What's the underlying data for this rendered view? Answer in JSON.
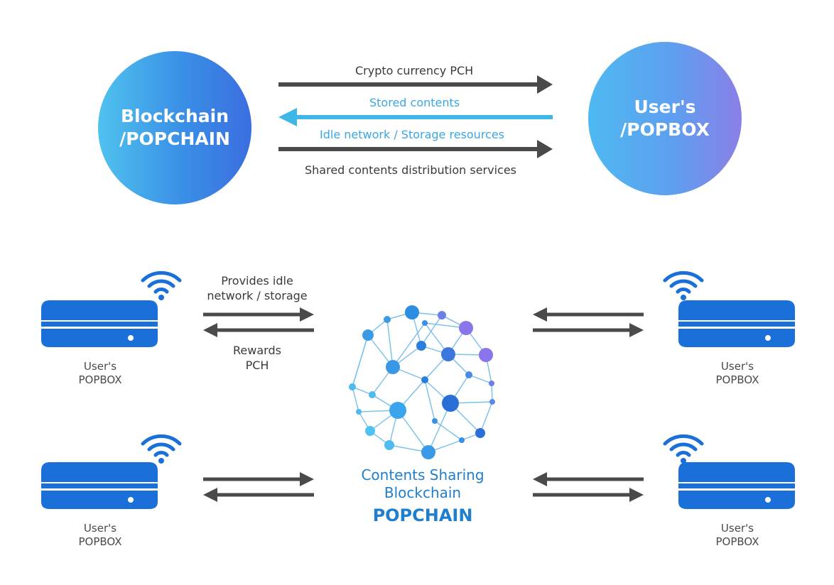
{
  "top": {
    "left_node": {
      "line1": "Blockchain",
      "line2": "/POPCHAIN"
    },
    "right_node": {
      "line1": "User's",
      "line2": "/POPBOX"
    },
    "flows": {
      "crypto": "Crypto currency PCH",
      "stored": "Stored contents",
      "idle": "Idle network / Storage resources",
      "shared": "Shared contents distribution services"
    }
  },
  "bottom": {
    "provides_line1": "Provides idle",
    "provides_line2": "network / storage",
    "rewards_line1": "Rewards",
    "rewards_line2": "PCH",
    "device_line1": "User's",
    "device_line2": "POPBOX",
    "center_line1": "Contents Sharing",
    "center_line2": "Blockchain",
    "center_line3": "POPCHAIN"
  },
  "colors": {
    "arrow_dark": "#4a4a4a",
    "arrow_blue": "#3fb6e8",
    "device": "#1a6fd9",
    "text_blue": "#1f7fcf"
  },
  "icons": [
    "wifi-icon",
    "router-icon",
    "network-globe-icon",
    "arrow-right-icon",
    "arrow-left-icon"
  ]
}
